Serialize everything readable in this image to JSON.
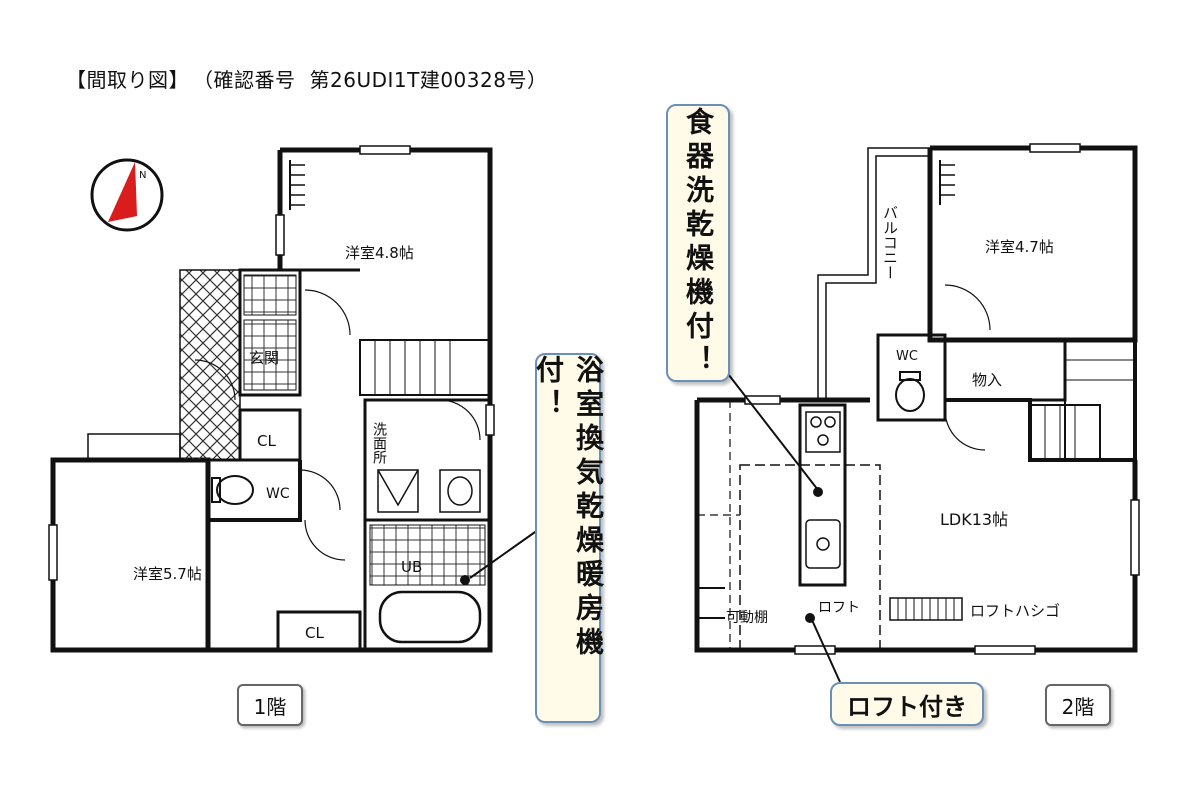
{
  "header": {
    "title": "【間取り図】",
    "note_open": "（確認番号",
    "note_number": "第26UDI1T建00328号）"
  },
  "floor1": {
    "label": "1階",
    "rooms": {
      "western_a": "洋室4.8帖",
      "western_b": "洋室5.7帖",
      "entrance": "玄関",
      "closet_a": "CL",
      "closet_b": "CL",
      "wc": "WC",
      "washroom": "洗面所",
      "bath": "UB"
    }
  },
  "floor2": {
    "label": "2階",
    "rooms": {
      "western": "洋室4.7帖",
      "balcony": "バルコニー",
      "wc": "WC",
      "storage": "物入",
      "ldk": "LDK13帖",
      "shelf": "可動棚",
      "loft": "ロフト",
      "loft_ladder": "ロフトハシゴ"
    }
  },
  "callouts": {
    "bath_dryer": "浴室換気乾燥暖房機付！",
    "dishwasher": "食器洗乾燥機付！",
    "loft": "ロフト付き"
  },
  "compass": {
    "north": "N",
    "arrow_color": "#d91c1c"
  },
  "colors": {
    "wall": "#111111",
    "callout_bg": "#fffbe8",
    "callout_border": "#6a8fb8"
  }
}
